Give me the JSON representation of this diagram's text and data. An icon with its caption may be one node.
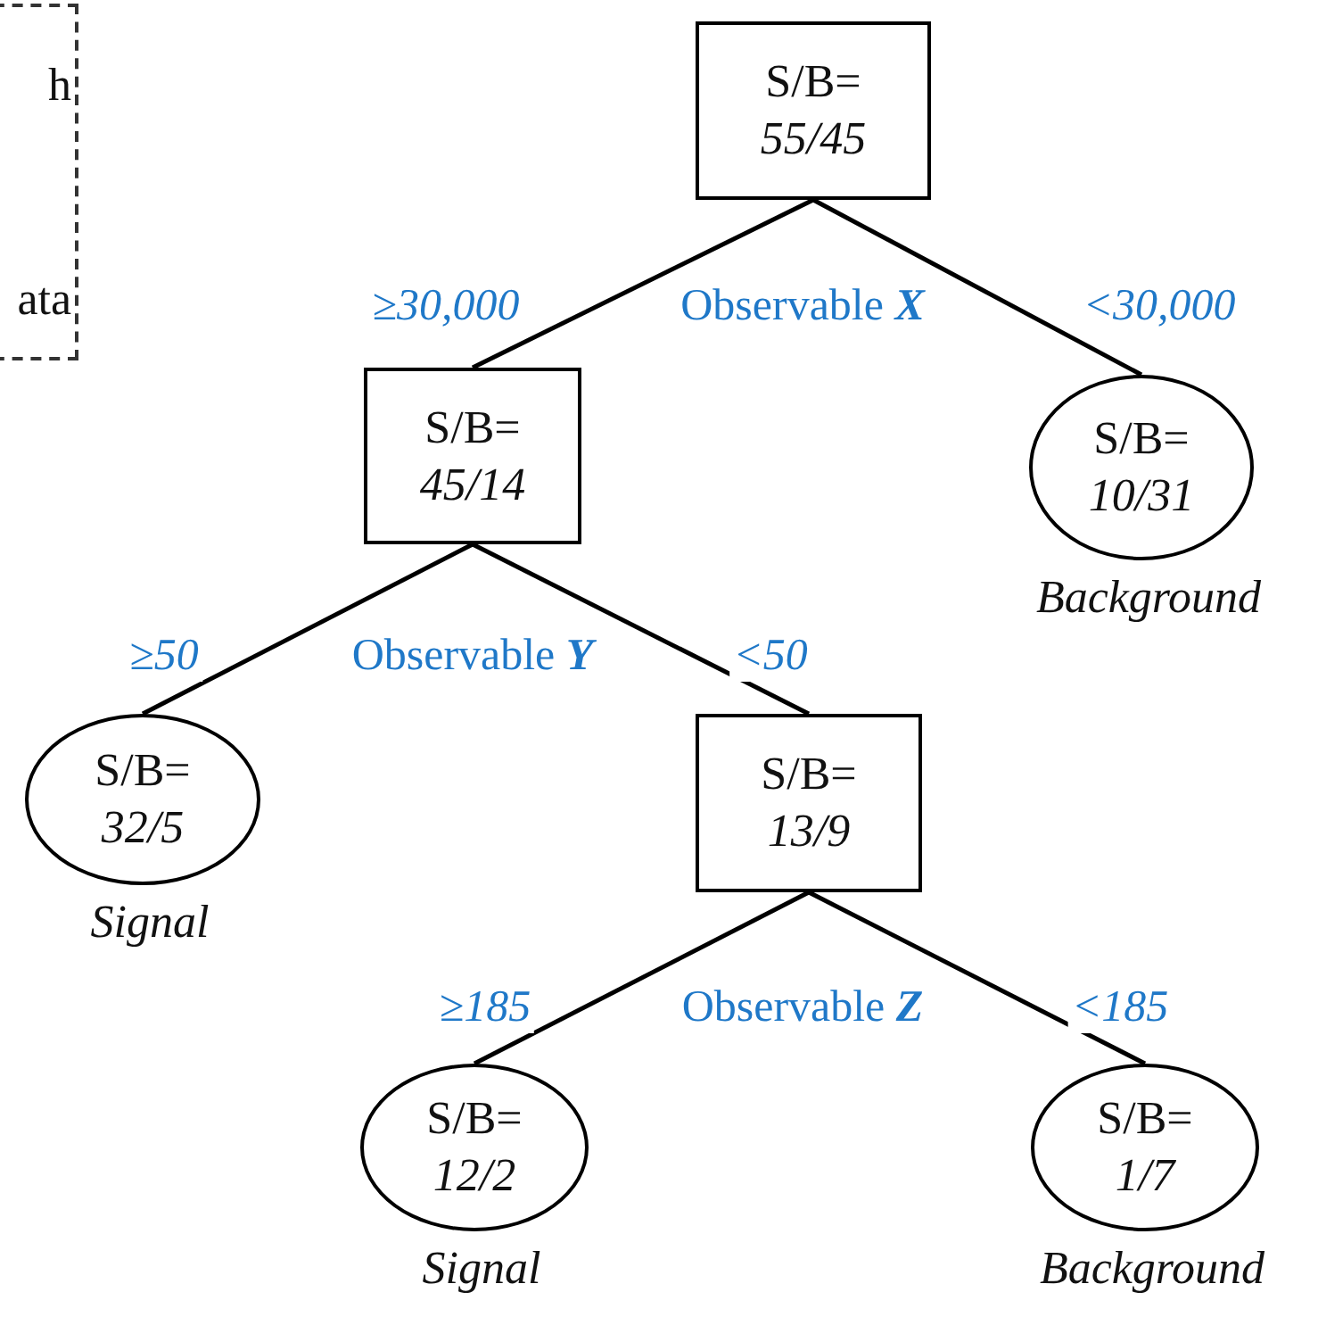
{
  "diagram": {
    "nodes": [
      {
        "text": [
          "h",
          "ata"
        ]
      },
      {
        "text": [
          "S/B=",
          "55/45"
        ]
      },
      {
        "text": [
          "S/B=",
          "45/14"
        ]
      },
      {
        "text": [
          "S/B=",
          "10/31"
        ],
        "beside": [
          "Background"
        ]
      },
      {
        "text": [
          "S/B=",
          "32/5"
        ],
        "beside": [
          "Signal"
        ]
      },
      {
        "text": [
          "S/B=",
          "13/9"
        ]
      },
      {
        "text": [
          "S/B=",
          "12/2"
        ],
        "beside": [
          "Signal"
        ]
      },
      {
        "text": [
          "S/B=",
          "1/7"
        ],
        "beside": [
          "Background"
        ]
      }
    ],
    "edges": [
      {
        "from": 1,
        "to": 2,
        "arrow": "none",
        "label": "≥30,000"
      },
      {
        "from": 1,
        "to": 3,
        "arrow": "none",
        "label": "<30,000"
      },
      {
        "from": 2,
        "to": 4,
        "arrow": "none",
        "label": "≥50"
      },
      {
        "from": 2,
        "to": 5,
        "arrow": "none",
        "label": "<50"
      },
      {
        "from": 5,
        "to": 6,
        "arrow": "none",
        "label": "≥185"
      },
      {
        "from": 5,
        "to": 7,
        "arrow": "none",
        "label": "<185"
      }
    ],
    "labels": [
      "Observable **X**",
      "Observable **Y**",
      "Observable **Z**"
    ]
  }
}
